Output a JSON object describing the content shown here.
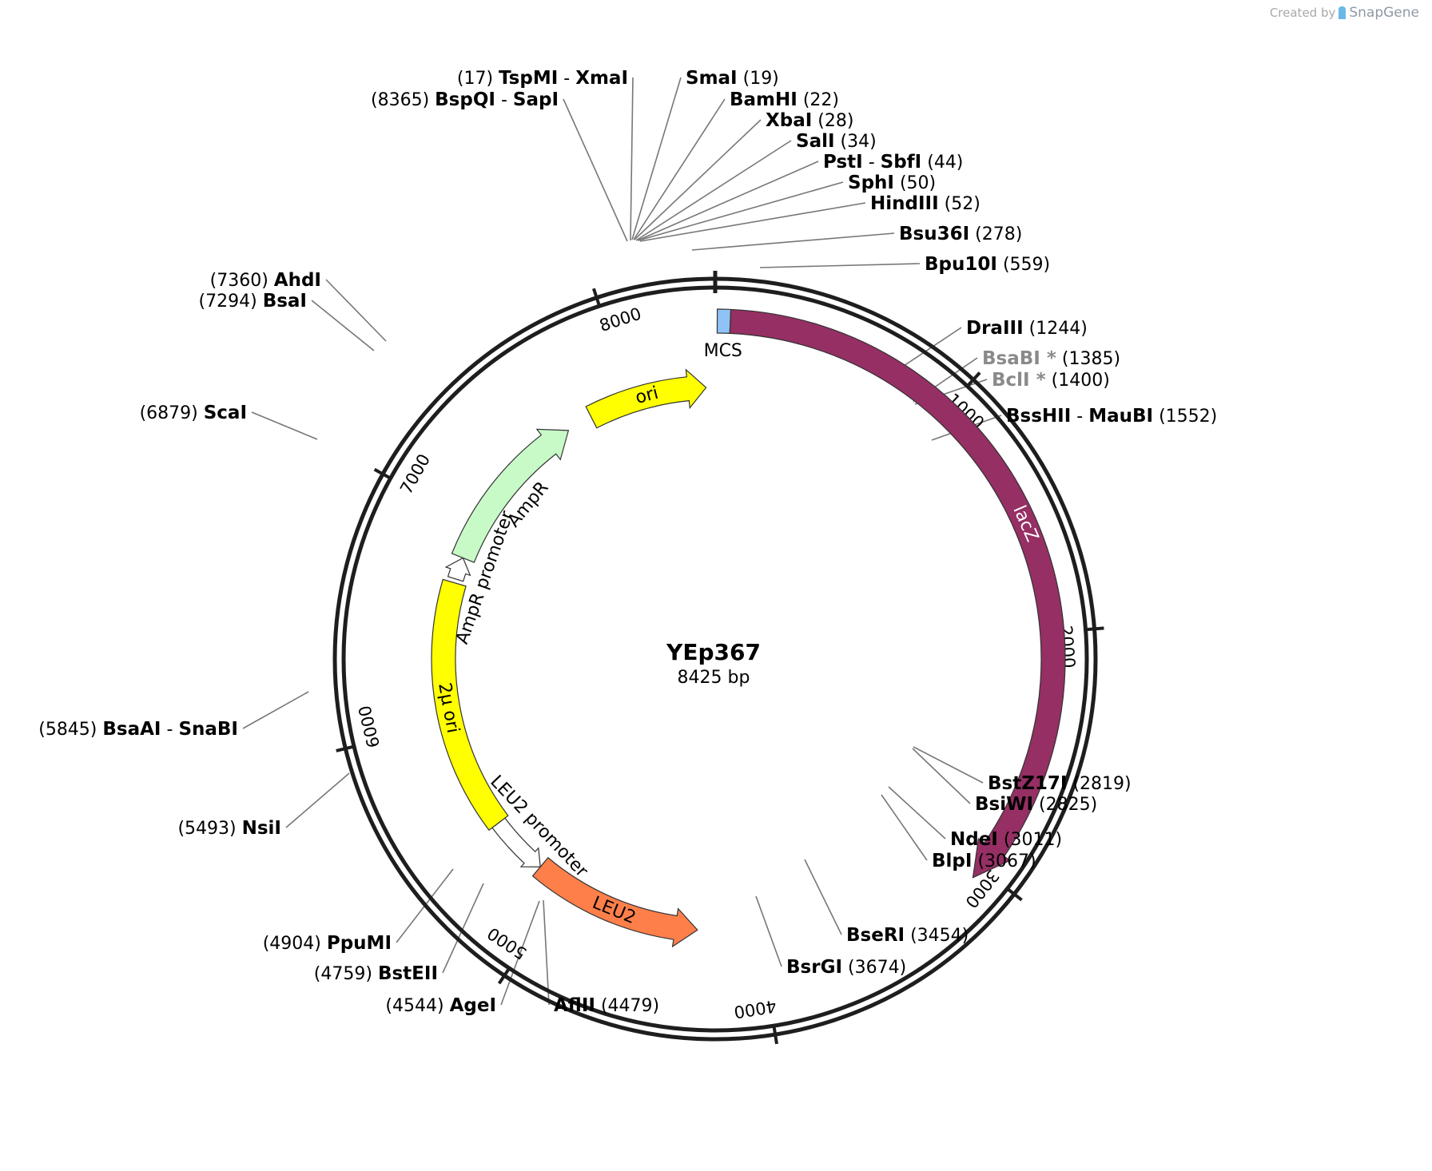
{
  "credit": {
    "prefix": "Created by",
    "brand": "SnapGene"
  },
  "plasmid": {
    "name": "YEp367",
    "length_label": "8425 bp",
    "length": 8425
  },
  "ticks": [
    {
      "label": "1000",
      "pos": 1000
    },
    {
      "label": "2000",
      "pos": 2000
    },
    {
      "label": "3000",
      "pos": 3000
    },
    {
      "label": "4000",
      "pos": 4000
    },
    {
      "label": "5000",
      "pos": 5000
    },
    {
      "label": "6000",
      "pos": 6000
    },
    {
      "label": "7000",
      "pos": 7000
    },
    {
      "label": "8000",
      "pos": 8000
    }
  ],
  "features": [
    {
      "id": "mcs",
      "label": "MCS",
      "start": 8,
      "end": 60,
      "color": "#8fc3f5",
      "type": "box"
    },
    {
      "id": "lacz",
      "label": "lacZ",
      "start": 60,
      "end": 3050,
      "color": "#952f64",
      "type": "arrow",
      "label_color": "#ffffff"
    },
    {
      "id": "leu2",
      "label": "LEU2",
      "start": 4300,
      "end": 5150,
      "color": "#ff7f4a",
      "type": "arrow-rev",
      "label_color": "#000000"
    },
    {
      "id": "leu2-promoter",
      "label": "LEU2 promoter",
      "start": 5150,
      "end": 5450,
      "color": "#ffffff",
      "type": "thin-arrow-rev"
    },
    {
      "id": "two-micron-ori",
      "label": "2μ ori",
      "start": 5450,
      "end": 6700,
      "color": "#ffff00",
      "type": "box"
    },
    {
      "id": "ampr-promoter",
      "label": "AmpR promoter",
      "start": 6720,
      "end": 6830,
      "color": "#ffffff",
      "type": "thin-arrow"
    },
    {
      "id": "ampr",
      "label": "AmpR",
      "start": 6830,
      "end": 7660,
      "color": "#c8fac8",
      "type": "arrow"
    },
    {
      "id": "ori",
      "label": "ori",
      "start": 7790,
      "end": 8380,
      "color": "#ffff00",
      "type": "arrow"
    }
  ],
  "sites": [
    {
      "pos_label": "(17)",
      "names": [
        "TspMI",
        "XmaI"
      ],
      "side": "left"
    },
    {
      "pos_label": "(8365)",
      "names": [
        "BspQI",
        "SapI"
      ],
      "side": "left"
    },
    {
      "pos_label": "(19)",
      "names": [
        "SmaI"
      ],
      "side": "right"
    },
    {
      "pos_label": "(22)",
      "names": [
        "BamHI"
      ],
      "side": "right"
    },
    {
      "pos_label": "(28)",
      "names": [
        "XbaI"
      ],
      "side": "right"
    },
    {
      "pos_label": "(34)",
      "names": [
        "SalI"
      ],
      "side": "right"
    },
    {
      "pos_label": "(44)",
      "names": [
        "PstI",
        "SbfI"
      ],
      "side": "right"
    },
    {
      "pos_label": "(50)",
      "names": [
        "SphI"
      ],
      "side": "right"
    },
    {
      "pos_label": "(52)",
      "names": [
        "HindIII"
      ],
      "side": "right"
    },
    {
      "pos_label": "(278)",
      "names": [
        "Bsu36I"
      ],
      "side": "right"
    },
    {
      "pos_label": "(559)",
      "names": [
        "Bpu10I"
      ],
      "side": "right"
    },
    {
      "pos_label": "(1244)",
      "names": [
        "DraIII"
      ],
      "side": "right"
    },
    {
      "pos_label": "(1385)",
      "names": [
        "BsaBI *"
      ],
      "side": "right",
      "muted": true
    },
    {
      "pos_label": "(1400)",
      "names": [
        "BclI *"
      ],
      "side": "right",
      "muted": true
    },
    {
      "pos_label": "(1552)",
      "names": [
        "BssHII",
        "MauBI"
      ],
      "side": "right"
    },
    {
      "pos_label": "(2819)",
      "names": [
        "BstZ17I"
      ],
      "side": "right"
    },
    {
      "pos_label": "(2825)",
      "names": [
        "BsiWI"
      ],
      "side": "right"
    },
    {
      "pos_label": "(3011)",
      "names": [
        "NdeI"
      ],
      "side": "right"
    },
    {
      "pos_label": "(3067)",
      "names": [
        "BlpI"
      ],
      "side": "right"
    },
    {
      "pos_label": "(3454)",
      "names": [
        "BseRI"
      ],
      "side": "right"
    },
    {
      "pos_label": "(3674)",
      "names": [
        "BsrGI"
      ],
      "side": "right"
    },
    {
      "pos_label": "(4479)",
      "names": [
        "AflII"
      ],
      "side": "right"
    },
    {
      "pos_label": "(4544)",
      "names": [
        "AgeI"
      ],
      "side": "left"
    },
    {
      "pos_label": "(4759)",
      "names": [
        "BstEII"
      ],
      "side": "left"
    },
    {
      "pos_label": "(4904)",
      "names": [
        "PpuMI"
      ],
      "side": "left"
    },
    {
      "pos_label": "(5493)",
      "names": [
        "NsiI"
      ],
      "side": "left"
    },
    {
      "pos_label": "(5845)",
      "names": [
        "BsaAI",
        "SnaBI"
      ],
      "side": "left"
    },
    {
      "pos_label": "(6879)",
      "names": [
        "ScaI"
      ],
      "side": "left"
    },
    {
      "pos_label": "(7294)",
      "names": [
        "BsaI"
      ],
      "side": "left"
    },
    {
      "pos_label": "(7360)",
      "names": [
        "AhdI"
      ],
      "side": "left"
    }
  ]
}
